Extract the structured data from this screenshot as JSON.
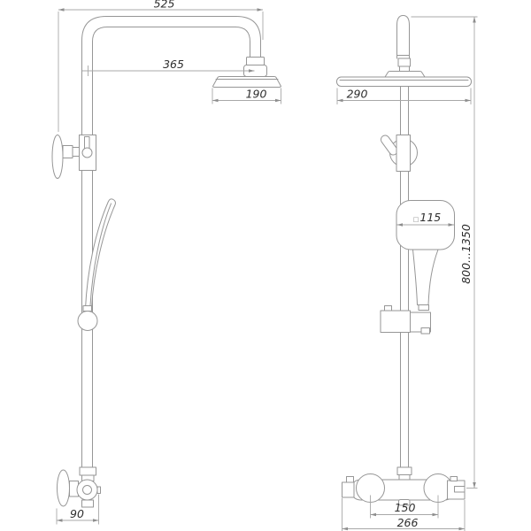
{
  "drawing": {
    "kind": "technical dimension drawing",
    "views": [
      "side view",
      "front view"
    ]
  },
  "side_view": {
    "dim_arm_reach_mm": "525",
    "dim_arm_horizontal_mm": "365",
    "dim_overhead_head_mm": "190",
    "dim_wall_offset_mm": "90"
  },
  "front_view": {
    "dim_overhead_width_mm": "290",
    "square_symbol": "□",
    "dim_hand_shower_mm": "115",
    "dim_height_range_mm": "800...1350",
    "dim_inlet_spacing_mm": "150",
    "dim_mixer_width_mm": "266"
  },
  "colors": {
    "background": "#ffffff",
    "outline": "#969696",
    "dimension_line": "#a8a8a8",
    "text": "#2e2e2e"
  }
}
